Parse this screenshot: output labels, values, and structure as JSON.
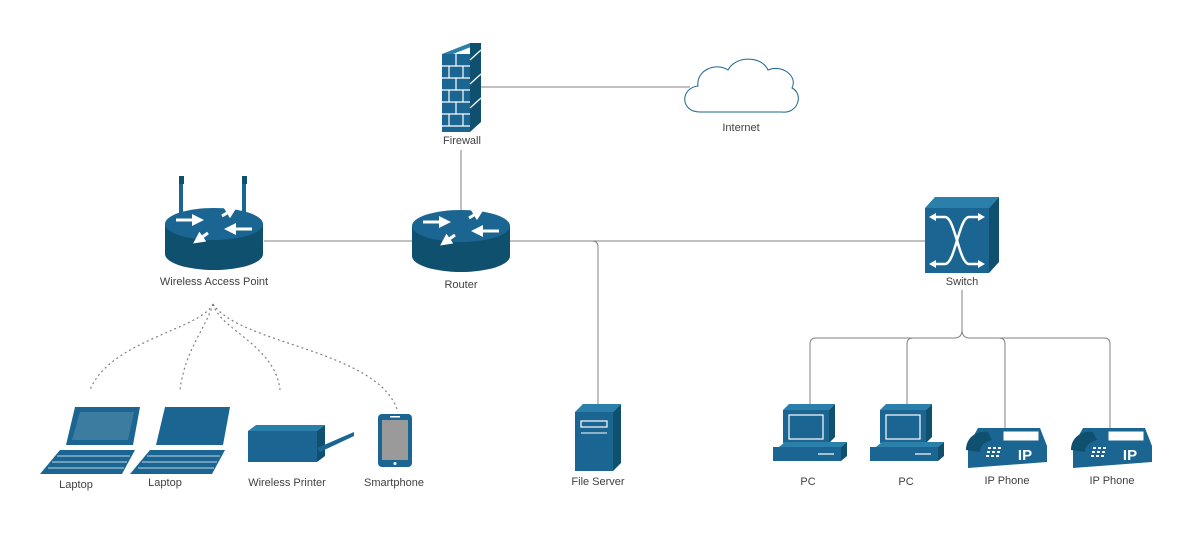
{
  "colors": {
    "device_blue": "#1a6591",
    "device_dark": "#10506f",
    "wire": "#808080",
    "label": "#404040",
    "cloud_stroke": "#1a6591"
  },
  "nodes": {
    "firewall": {
      "label": "Firewall",
      "icon": "firewall-icon"
    },
    "internet": {
      "label": "Internet",
      "icon": "cloud-icon"
    },
    "wireless_ap": {
      "label": "Wireless Access Point",
      "icon": "wireless-router-icon"
    },
    "router": {
      "label": "Router",
      "icon": "router-icon"
    },
    "switch": {
      "label": "Switch",
      "icon": "switch-icon"
    },
    "laptop_1": {
      "label": "Laptop",
      "icon": "laptop-icon"
    },
    "laptop_2": {
      "label": "Laptop",
      "icon": "laptop-icon"
    },
    "wireless_printer": {
      "label": "Wireless Printer",
      "icon": "printer-icon"
    },
    "smartphone": {
      "label": "Smartphone",
      "icon": "smartphone-icon"
    },
    "file_server": {
      "label": "File Server",
      "icon": "server-icon"
    },
    "pc_1": {
      "label": "PC",
      "icon": "pc-icon"
    },
    "pc_2": {
      "label": "PC",
      "icon": "pc-icon"
    },
    "ip_phone_1": {
      "label": "IP Phone",
      "icon": "ip-phone-icon",
      "badge": "IP"
    },
    "ip_phone_2": {
      "label": "IP Phone",
      "icon": "ip-phone-icon",
      "badge": "IP"
    }
  },
  "links": [
    {
      "from": "firewall",
      "to": "internet",
      "type": "wired"
    },
    {
      "from": "firewall",
      "to": "router",
      "type": "wired"
    },
    {
      "from": "wireless_ap",
      "to": "router",
      "type": "wired"
    },
    {
      "from": "router",
      "to": "switch",
      "type": "wired"
    },
    {
      "from": "router",
      "to": "file_server",
      "type": "wired"
    },
    {
      "from": "switch",
      "to": "pc_1",
      "type": "wired"
    },
    {
      "from": "switch",
      "to": "pc_2",
      "type": "wired"
    },
    {
      "from": "switch",
      "to": "ip_phone_1",
      "type": "wired"
    },
    {
      "from": "switch",
      "to": "ip_phone_2",
      "type": "wired"
    },
    {
      "from": "wireless_ap",
      "to": "laptop_1",
      "type": "wireless"
    },
    {
      "from": "wireless_ap",
      "to": "laptop_2",
      "type": "wireless"
    },
    {
      "from": "wireless_ap",
      "to": "wireless_printer",
      "type": "wireless"
    },
    {
      "from": "wireless_ap",
      "to": "smartphone",
      "type": "wireless"
    }
  ]
}
